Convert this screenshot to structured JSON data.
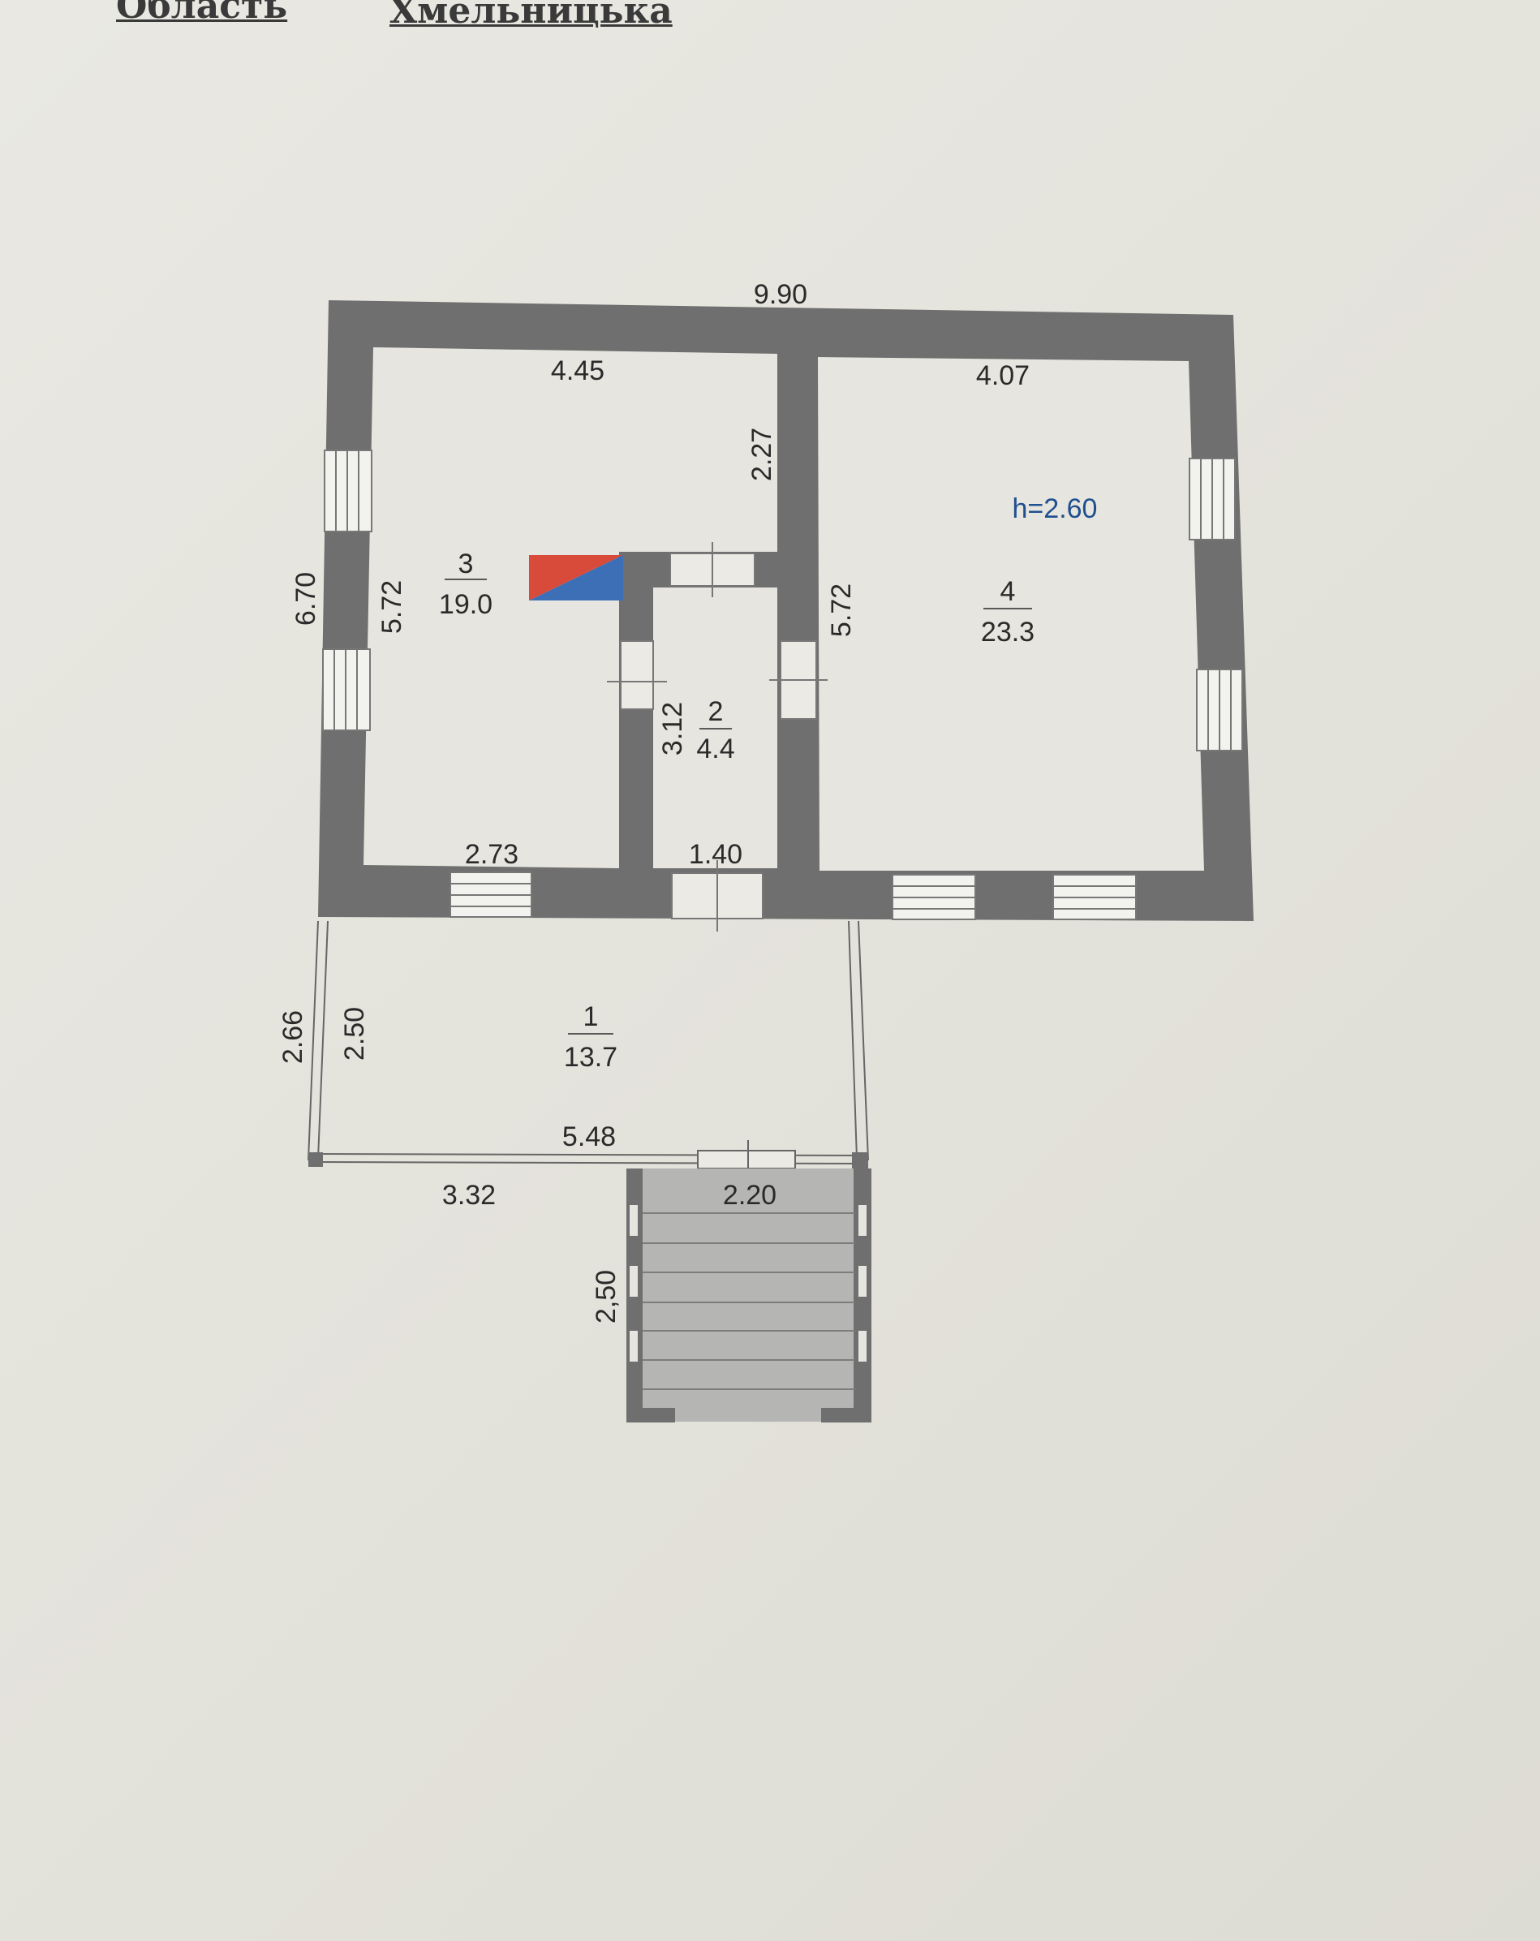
{
  "header": {
    "label": "Область",
    "value": "Хмельницька"
  },
  "plan": {
    "overall_width": "9.90",
    "overall_depth": "6.70",
    "ceiling_height": "h=2.60",
    "rooms": [
      {
        "number": "1",
        "area": "13.7"
      },
      {
        "number": "2",
        "area": "4.4"
      },
      {
        "number": "3",
        "area": "19.0"
      },
      {
        "number": "4",
        "area": "23.3"
      }
    ],
    "dimensions": {
      "room3_top": "4.45",
      "room3_side": "5.72",
      "room3_step": "2.27",
      "room3_bottom": "2.73",
      "room4_top": "4.07",
      "room4_side": "5.72",
      "room2_side": "3.12",
      "room2_bottom": "1.40",
      "veranda_outer": "2.66",
      "veranda_inner": "2.50",
      "veranda_width": "5.48",
      "veranda_left_part": "3.32",
      "porch_width": "2.20",
      "porch_depth": "2,50"
    },
    "colors": {
      "wall": "#6f6f6f",
      "stove_red": "#d84a3a",
      "stove_blue": "#3d6fb6",
      "porch": "#a9a9a7"
    }
  }
}
